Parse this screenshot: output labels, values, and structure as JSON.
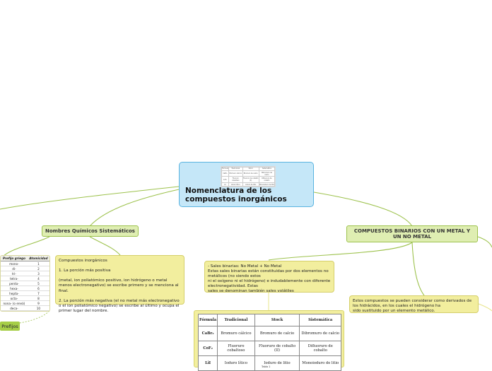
{
  "central": {
    "title": "Nomenclatura de los compuestos inorgánicos",
    "thumb_rows": [
      [
        "Fórmula",
        "Tradicional",
        "Stock",
        "Sistemática"
      ],
      [
        "CaBr₂",
        "Bromuro cálcico",
        "Bromuro de calcio",
        "Dibromuro de calcio"
      ],
      [
        "CoF₂",
        "Fluoruro cobaltoso",
        "Fluoruro de cobalto (II)",
        "Difluoruro de cobalto"
      ],
      [
        "LiI",
        "Ioduro lítico",
        "Ioduro de litio",
        "Monoioduro de litio"
      ]
    ]
  },
  "nodes": {
    "left_topic": "Nombres Químicos Sistemáticos",
    "right_topic": "COMPUESTOS BINARIOS CON UN METAL Y UN NO METAL",
    "inorganic_note": "Compuestos inorgánicos\n\n1. La porción más positiva\n\n(metal, ion poliatómico positivo, ion hidrógeno o metal menos electronegativo) se escribe primero y se menciona al final.\n\n2. La porción más negativa (el no metal más electronegativo o el ion poliatómico negativo) se escribe al último y ocupa el primer lugar del nombre.",
    "salts_note": "- Sales binarias: No Metal + No Metal\nEstas sales binarias están constituidas por dos elementos no metálicos (no siendo estos\nni el oxígeno ni el hidrógeno) e indudablemente con diferente electronegatividad. Estas\nsales se denominan también sales volátiles",
    "derived_note": "Estos compuestos se pueden considerar como derivados de los hidrácidos, en los cuales el hidrógeno ha\nsido sustituido por un elemento metálico.",
    "prefix_label": "Prefijos"
  },
  "prefix_table": {
    "headers": [
      "Prefijo griego",
      "Atomicidad"
    ],
    "rows": [
      [
        "mono-",
        "1"
      ],
      [
        "di-",
        "2"
      ],
      [
        "tri-",
        "3"
      ],
      [
        "tetra-",
        "4"
      ],
      [
        "penta-",
        "5"
      ],
      [
        "hexa-",
        "6"
      ],
      [
        "hepta-",
        "7"
      ],
      [
        "octa-",
        "8"
      ],
      [
        "nona- (o eneá)",
        "9"
      ],
      [
        "deca-",
        "10"
      ]
    ]
  },
  "formula_table": {
    "headers": [
      "Fórmula",
      "Tradicional",
      "Stock",
      "Sistemática"
    ],
    "rows": [
      [
        "CaBr₂",
        "Bromuro cálcico",
        "Bromuro de calcio",
        "Dibromuro de calcio"
      ],
      [
        "CoF₂",
        "Fluoruro cobaltoso",
        "Fluoruro de cobalto (II)",
        "Difluoruro de cobalto"
      ],
      [
        "LiI",
        "Ioduro lítico",
        "Ioduro de litio",
        "Monoioduro de litio"
      ]
    ],
    "caption": "Tabla 1"
  },
  "colors": {
    "central_fill": "#c5e7f8",
    "central_border": "#5ab4e0",
    "topic_fill": "#dfeeb2",
    "topic_border": "#9dc24d",
    "note_fill": "#f2ee9e",
    "connector": "#9dc24d"
  }
}
